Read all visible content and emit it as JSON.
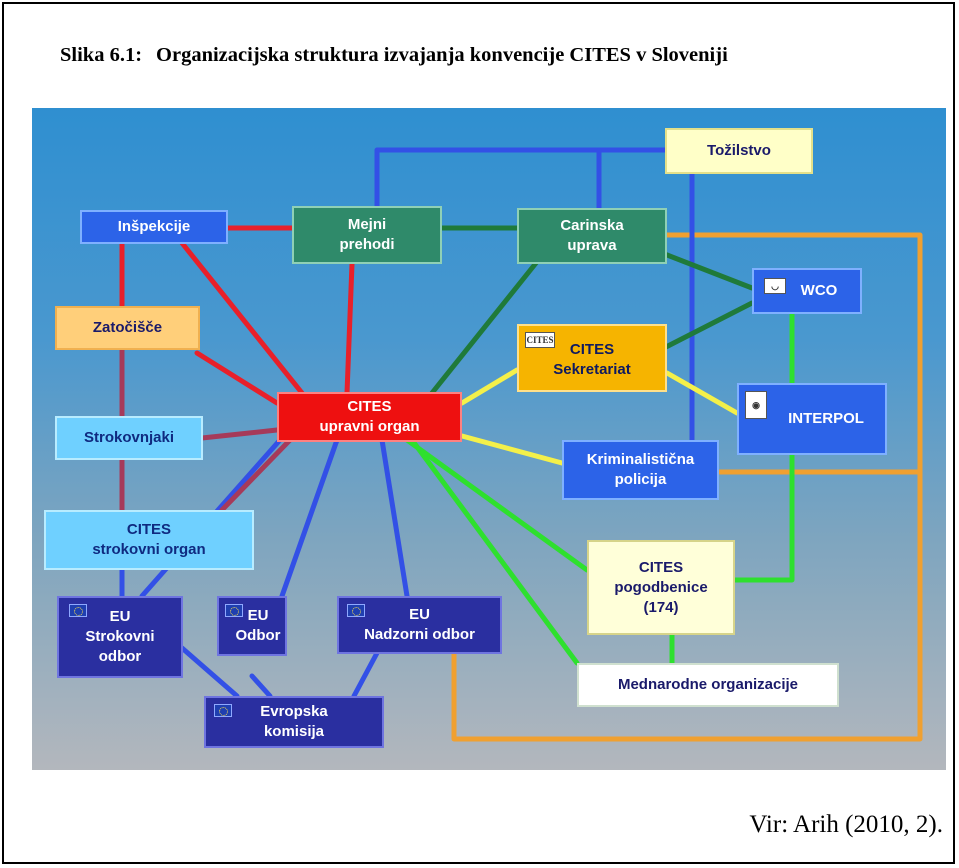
{
  "caption": {
    "number": "Slika 6.1:",
    "title": "Organizacijska struktura izvajanja konvencije CITES v Sloveniji"
  },
  "nodes": {
    "tozilstvo": "Tožilstvo",
    "inspekcije": "Inšpekcije",
    "mejni_prehodi": "Mejni\nprehodi",
    "carinska_uprava": "Carinska\nuprava",
    "wco": "WCO",
    "zatocisce": "Zatočišče",
    "cites_sekretariat": "CITES\nSekretariat",
    "cites_upravni_organ": "CITES\nupravni organ",
    "interpol": "INTERPOL",
    "strokovnjaki": "Strokovnjaki",
    "kriminalisticna_policija": "Kriminalistična\npolicija",
    "cites_strokovni_organ": "CITES\nstrokovni organ",
    "cites_pogodbenice": "CITES\npogodbenice\n(174)",
    "eu_strokovni_odbor": "EU\nStrokovni\nodbor",
    "eu_odbor": "EU\nOdbor",
    "eu_nadzorni_odbor": "EU\nNadzorni odbor",
    "mednarodne_organizacije": "Mednarodne organizacije",
    "evropska_komisija": "Evropska\nkomisija"
  },
  "colors": {
    "red_link": "#e8202a",
    "maroon_link": "#a63a5a",
    "blue_link": "#3350e6",
    "green_link": "#1f7a3a",
    "lime_link": "#2ee02e",
    "yellow_link": "#f4f04a",
    "orange_link": "#f0a030"
  },
  "source": "Vir: Arih (2010, 2)."
}
